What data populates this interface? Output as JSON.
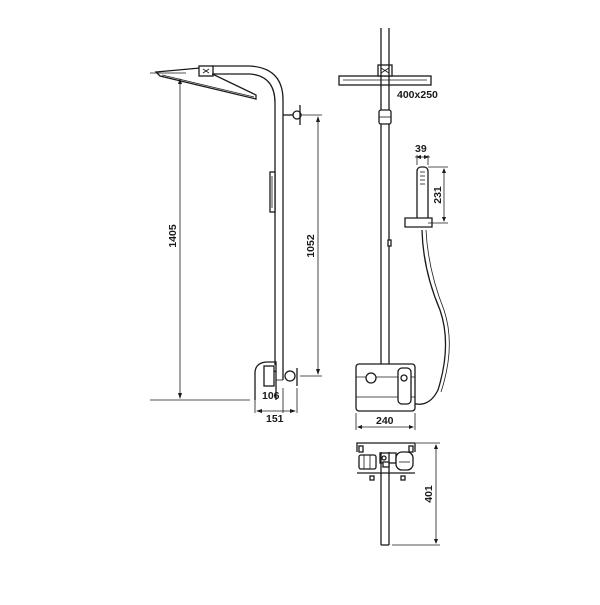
{
  "dimensions": {
    "side_height": "1405",
    "bar_height": "1052",
    "wall_offset": "106",
    "spout_depth": "151",
    "head_size": "400x250",
    "handshower_width": "39",
    "handshower_length": "231",
    "mixer_width": "240",
    "mixer_height": "401"
  },
  "colors": {
    "line": "#1a1a1a",
    "background": "#ffffff"
  }
}
